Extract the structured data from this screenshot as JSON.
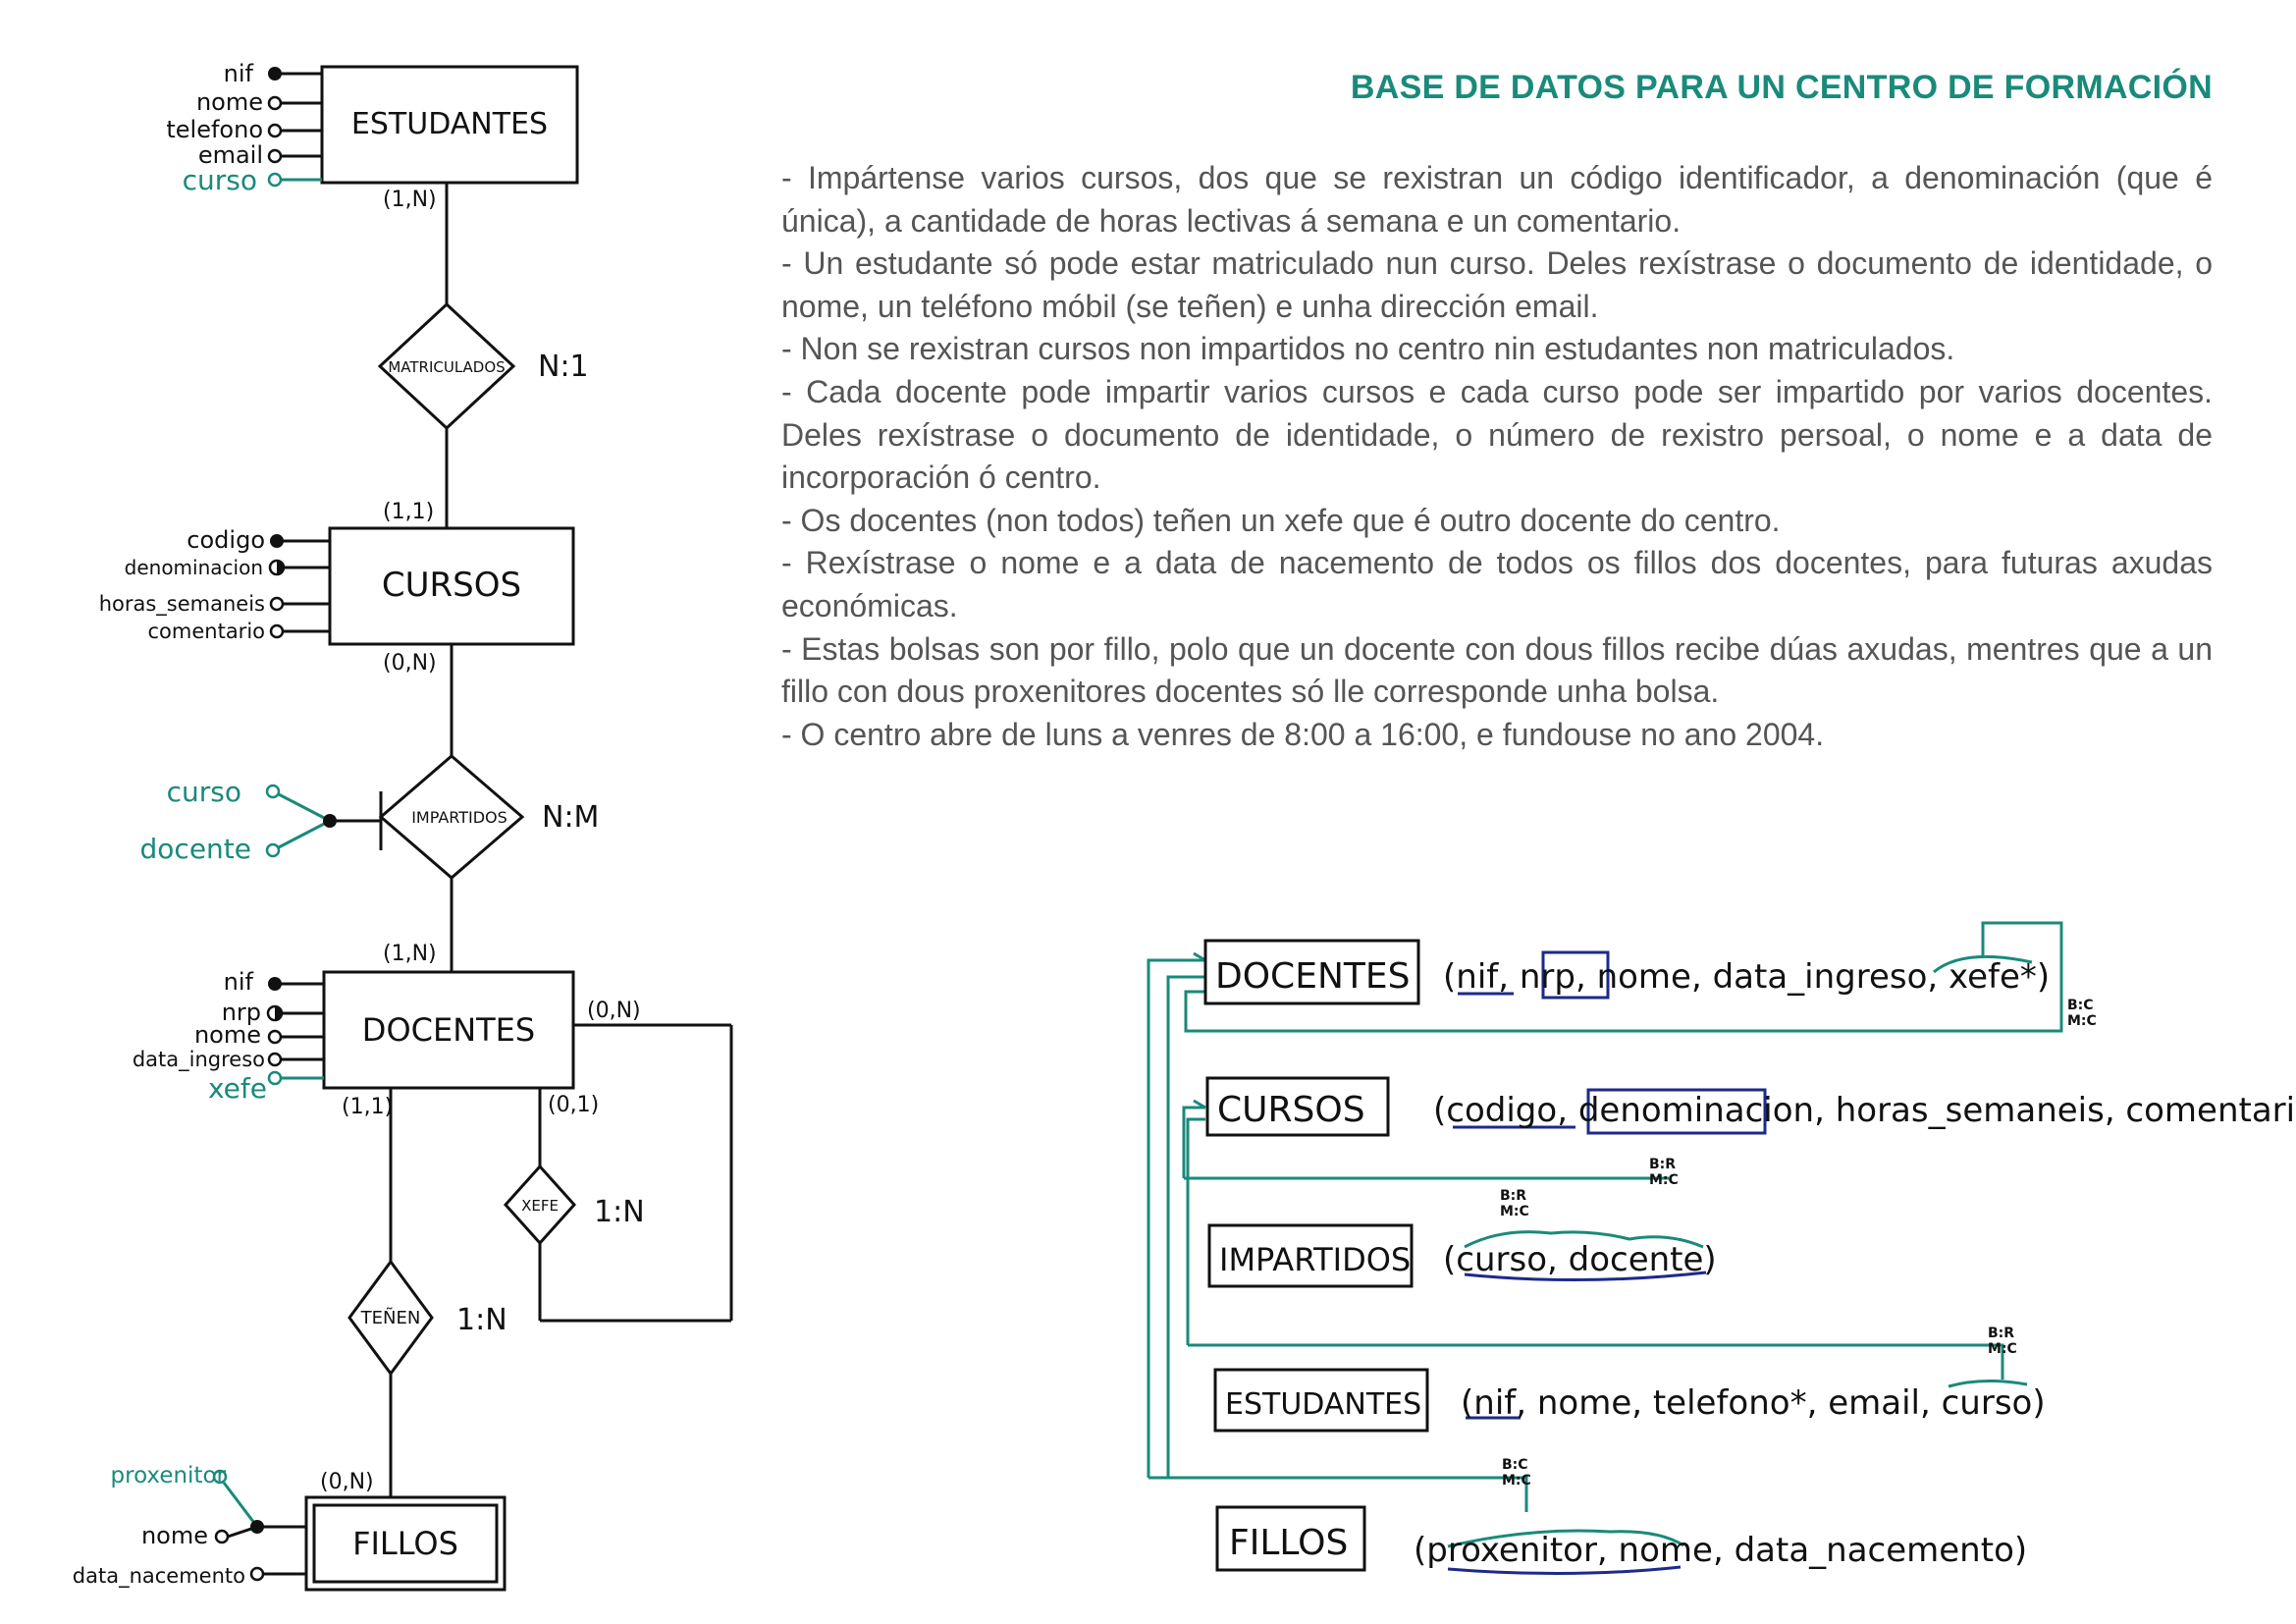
{
  "title": "BASE DE DATOS PARA UN CENTRO DE FORMACIÓN",
  "requirements": [
    "- Impártense varios cursos, dos que se rexistran un código identificador, a denominación (que é única), a cantidade de horas lectivas á semana e un comentario.",
    "- Un estudante só pode estar matriculado nun curso. Deles rexístrase o documento de identidade, o nome, un teléfono móbil (se teñen) e unha dirección email.",
    "- Non se rexistran cursos non impartidos no centro nin estudantes non matriculados.",
    "- Cada docente pode impartir varios cursos e cada curso pode ser impartido por varios docentes. Deles rexístrase o documento de identidade, o número de rexistro persoal, o nome e a data de incorporación ó centro.",
    "- Os docentes (non todos) teñen un xefe que é outro docente do centro.",
    "- Rexístrase o nome e a data de nacemento de todos os fillos dos docentes, para futuras axudas económicas.",
    "- Estas bolsas son por fillo, polo que un docente con dous fillos recibe dúas axudas, mentres que a un fillo con dous proxenitores docentes só lle corresponde unha bolsa.",
    "- O centro abre de luns a venres de 8:00 a 16:00, e fundouse no ano 2004."
  ],
  "colors": {
    "ink": "#111111",
    "teal": "#1a8a7a",
    "navy": "#1c2a8a",
    "text": "#555555"
  },
  "er": {
    "estudantes": {
      "name": "ESTUDANTES",
      "attributes": [
        "nif",
        "nome",
        "telefono",
        "email",
        "curso"
      ]
    },
    "matriculados": {
      "name": "MATRICULADOS",
      "ratio": "N:1"
    },
    "cursos": {
      "name": "CURSOS",
      "attributes": [
        "codigo",
        "denominacion",
        "horas_semaneis",
        "comentario"
      ]
    },
    "impartidos": {
      "name": "IMPARTIDOS",
      "ratio": "N:M",
      "attributes": [
        "curso",
        "docente"
      ]
    },
    "docentes": {
      "name": "DOCENTES",
      "attributes": [
        "nif",
        "nrp",
        "nome",
        "data_ingreso",
        "xefe"
      ]
    },
    "xefe": {
      "name": "XEFE",
      "ratio": "1:N"
    },
    "tenen": {
      "name": "TEÑEN",
      "ratio": "1:N"
    },
    "fillos": {
      "name": "FILLOS",
      "attributes": [
        "proxenitor",
        "nome",
        "data_nacemento"
      ]
    },
    "cardinalities": {
      "estudantes_matriculados": "(1,N)",
      "cursos_matriculados": "(1,1)",
      "cursos_impartidos": "(0,N)",
      "docentes_impartidos": "(1,N)",
      "docentes_tenen": "(1,1)",
      "docentes_xefe_sub": "(0,1)",
      "docentes_xefe_boss": "(0,N)",
      "fillos_tenen": "(0,N)"
    }
  },
  "schema": {
    "docentes": {
      "name": "DOCENTES",
      "open": "(",
      "pk": [
        "nif"
      ],
      "alt": "nrp",
      "rest": ", nome, data_ingreso, ",
      "fk": "xefe*",
      "close": ")",
      "rule": [
        "B:C",
        "M:C"
      ]
    },
    "cursos": {
      "name": "CURSOS",
      "open": "(",
      "pk": "codigo",
      "alt": "denominacion",
      "rest": ", horas_semaneis, comentario)"
    },
    "impartidos": {
      "name": "IMPARTIDOS",
      "fields": "(curso, docente)",
      "rule_top": [
        "B:R",
        "M:C"
      ],
      "rule_left": [
        "B:R",
        "M:C"
      ]
    },
    "estudantes": {
      "name": "ESTUDANTES",
      "open": "(",
      "pk": "nif",
      "rest": ", nome, telefono*, email, ",
      "fk": "curso",
      "close": ")",
      "rule": [
        "B:R",
        "M:C"
      ]
    },
    "fillos": {
      "name": "FILLOS",
      "open": "(",
      "pk": "proxenitor, nome",
      "rest": ", data_nacemento)",
      "rule": [
        "B:C",
        "M:C"
      ]
    }
  }
}
